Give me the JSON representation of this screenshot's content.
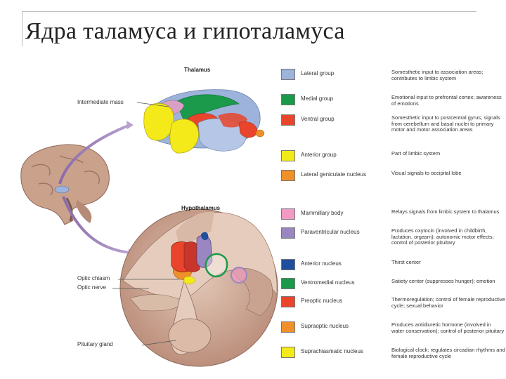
{
  "title": "Ядра таламуса и  гипоталамуса",
  "figure": {
    "thalamus_label": "Thalamus",
    "hypothalamus_label": "Hypothalamus",
    "callouts": {
      "intermediate_mass": "Intermediate mass",
      "optic_chiasm": "Optic chiasm",
      "optic_nerve": "Optic nerve",
      "pituitary_gland": "Pituitary gland"
    }
  },
  "thalamus_legend": [
    {
      "name": "Lateral group",
      "color": "#9db3dc",
      "description": "Somesthetic input to association areas; contributes to limbic system"
    },
    {
      "name": "Medial group",
      "color": "#1a9a4a",
      "description": "Emotional input to prefrontal cortex; awareness of emotions"
    },
    {
      "name": "Ventral group",
      "color": "#e8452c",
      "description": "Somesthetic input to postcentral gyrus; signals from cerebellum and basal nuclei to primary motor and motor association areas"
    },
    {
      "name": "Anterior group",
      "color": "#f4ea1a",
      "description": "Part of limbic system"
    },
    {
      "name": "Lateral geniculate nucleus",
      "color": "#f0902a",
      "description": "Visual signals to occipital lobe"
    }
  ],
  "hypothalamus_legend": [
    {
      "name": "Mammillary body",
      "color": "#f29ac6",
      "description": "Relays signals from limbic system to thalamus"
    },
    {
      "name": "Paraventricular nucleus",
      "color": "#9a86c0",
      "description": "Produces oxytocin (involved in childbirth, lactation, orgasm); autonomic motor effects; control of posterior pituitary"
    },
    {
      "name": "Anterior nucleus",
      "color": "#1f4e9c",
      "description": "Thirst center"
    },
    {
      "name": "Ventromedial nucleus",
      "color": "#1a9a4a",
      "description": "Satiety center (suppresses hunger); emotion"
    },
    {
      "name": "Preoptic nucleus",
      "color": "#e8452c",
      "description": "Thermoregulation; control of female reproductive cycle; sexual behavior"
    },
    {
      "name": "Supraoptic nucleus",
      "color": "#f0902a",
      "description": "Produces antidiuretic hormone (involved in water conservation); control of posterior pituitary"
    },
    {
      "name": "Suprachiasmatic nucleus",
      "color": "#f4ea1a",
      "description": "Biological clock; regulates circadian rhythms and female reproductive cycle"
    }
  ]
}
